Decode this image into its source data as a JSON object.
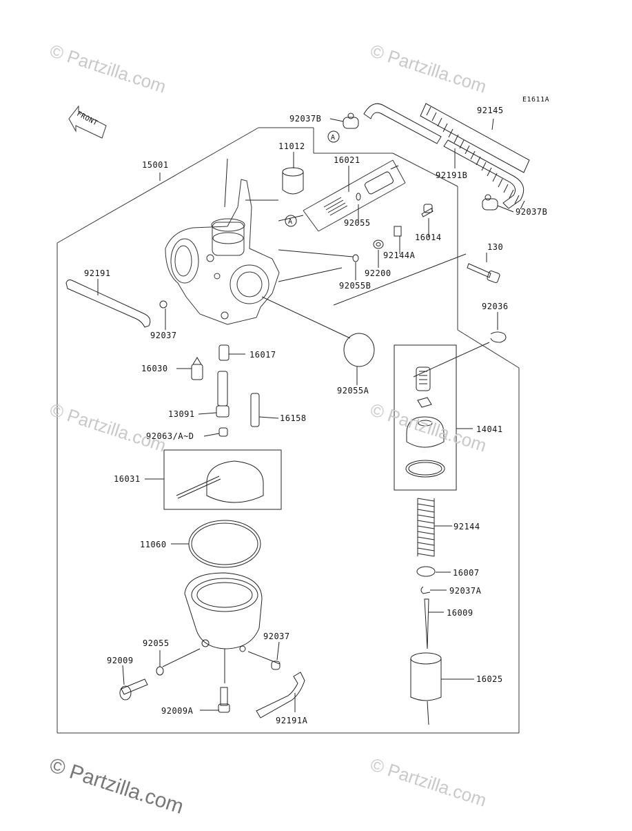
{
  "diagram": {
    "ref_code": "E1611A",
    "front_label": "FRONT",
    "callout_a": "A",
    "parts": [
      "92037B",
      "92145",
      "11012",
      "16021",
      "92191B",
      "15001",
      "92037B",
      "16014",
      "92055",
      "92144A",
      "92200",
      "130",
      "92191",
      "92055B",
      "92037",
      "92036",
      "16017",
      "16030",
      "92055A",
      "13091",
      "16158",
      "14041",
      "92063/A~D",
      "16031",
      "92144",
      "11060",
      "16007",
      "92037A",
      "16009",
      "92055",
      "92037",
      "92009",
      "16025",
      "92009A",
      "92191A"
    ]
  },
  "watermarks": {
    "text": "© Partzilla.com"
  }
}
